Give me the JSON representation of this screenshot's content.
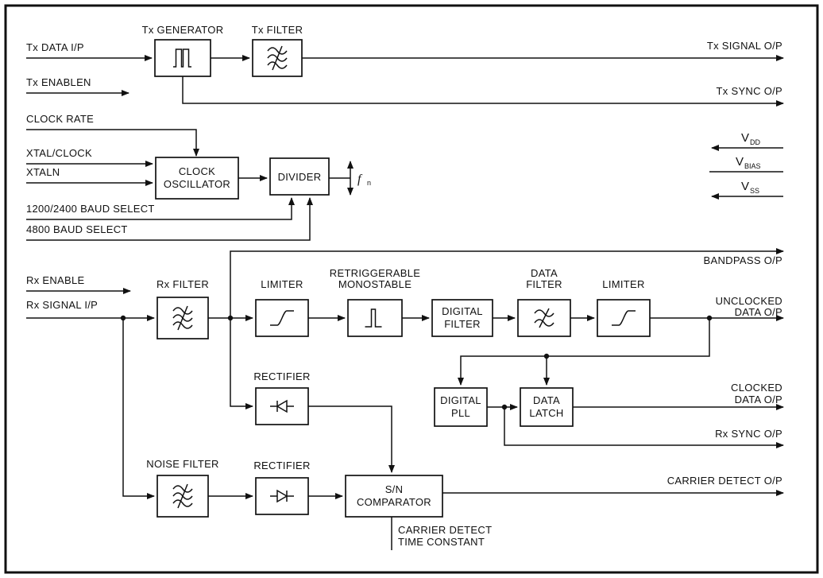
{
  "diagram": {
    "inputs": {
      "tx_data": "Tx DATA I/P",
      "tx_enable": "Tx ENABLEN",
      "clock_rate": "CLOCK RATE",
      "xtal_clock": "XTAL/CLOCK",
      "xtaln": "XTALN",
      "baud_select_1200_2400": "1200/2400 BAUD SELECT",
      "baud_select_4800": "4800 BAUD SELECT",
      "rx_enable": "Rx ENABLE",
      "rx_signal": "Rx SIGNAL I/P"
    },
    "outputs": {
      "tx_signal": "Tx SIGNAL O/P",
      "tx_sync": "Tx SYNC O/P",
      "bandpass": "BANDPASS O/P",
      "unclocked_line1": "UNCLOCKED",
      "unclocked_line2": "DATA O/P",
      "clocked_line1": "CLOCKED",
      "clocked_line2": "DATA O/P",
      "rx_sync": "Rx SYNC O/P",
      "carrier_detect": "CARRIER DETECT O/P"
    },
    "power": {
      "vdd": {
        "base": "V",
        "sub": "DD"
      },
      "vbias": {
        "base": "V",
        "sub": "BIAS"
      },
      "vss": {
        "base": "V",
        "sub": "SS"
      }
    },
    "clock_output": {
      "base": "f",
      "sub": "n"
    },
    "blocks": {
      "tx_generator": {
        "label": "Tx GENERATOR"
      },
      "tx_filter": {
        "label": "Tx FILTER"
      },
      "clock_oscillator": {
        "line1": "CLOCK",
        "line2": "OSCILLATOR"
      },
      "divider": {
        "label": "DIVIDER"
      },
      "rx_filter": {
        "label": "Rx FILTER"
      },
      "limiter_1": {
        "label": "LIMITER"
      },
      "retriggerable_monostable": {
        "line1": "RETRIGGERABLE",
        "line2": "MONOSTABLE"
      },
      "digital_filter": {
        "line1": "DIGITAL",
        "line2": "FILTER"
      },
      "data_filter": {
        "line1": "DATA",
        "line2": "FILTER"
      },
      "limiter_2": {
        "label": "LIMITER"
      },
      "digital_pll": {
        "line1": "DIGITAL",
        "line2": "PLL"
      },
      "data_latch": {
        "line1": "DATA",
        "line2": "LATCH"
      },
      "rectifier_1": {
        "label": "RECTIFIER"
      },
      "noise_filter": {
        "label": "NOISE FILTER"
      },
      "rectifier_2": {
        "label": "RECTIFIER"
      },
      "sn_comparator": {
        "line1": "S/N",
        "line2": "COMPARATOR"
      }
    },
    "annotations": {
      "time_constant_line1": "CARRIER DETECT",
      "time_constant_line2": "TIME CONSTANT"
    },
    "colors": {
      "ink": "#111111",
      "background": "#ffffff"
    }
  }
}
